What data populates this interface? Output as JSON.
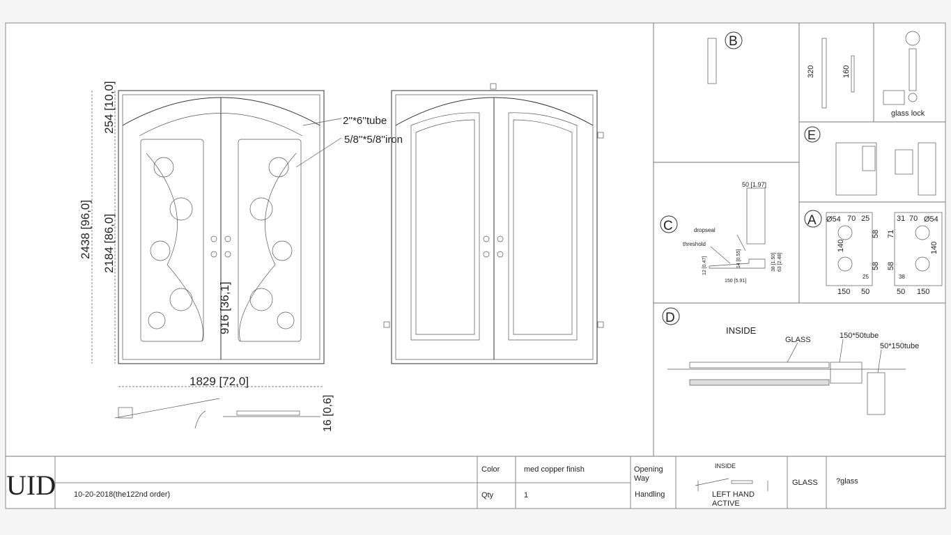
{
  "front_view": {
    "dim_top": "254 [10,0]",
    "dim_total_height": "2438 [96,0]",
    "dim_door_height": "2184 [86,0]",
    "dim_handle_height": "916 [36,1]",
    "dim_width": "1829 [72,0]",
    "label_tube": "2''*6''tube",
    "label_iron": "5/8''*5/8''iron",
    "dim_plan": "16 [0,6]"
  },
  "detail_b": {
    "marker": "B"
  },
  "detail_hinge": {
    "dim_320": "320",
    "dim_160": "160",
    "glass_lock_label": "glass lock"
  },
  "detail_e": {
    "marker": "E"
  },
  "detail_c": {
    "marker": "C",
    "dim_top": "50 [1.97]",
    "dropseal": "dropseal",
    "threshold": "threshold",
    "dim_12": "12 [0.47]",
    "dim_14": "14 [0.55]",
    "dim_38": "38 [1.50]",
    "dim_63": "63 [2.48]",
    "dim_150": "150 [5.91]"
  },
  "detail_a": {
    "marker": "A",
    "left": {
      "dia": "Ø54",
      "d70": "70",
      "d25a": "25",
      "d140": "140",
      "d58a": "58",
      "d58b": "58",
      "d25b": "25",
      "d150": "150",
      "d50": "50"
    },
    "right": {
      "dia": "Ø54",
      "d31": "31",
      "d70": "70",
      "d71": "71",
      "d140": "140",
      "d58": "58",
      "d38": "38",
      "d50": "50",
      "d150": "150"
    }
  },
  "detail_d": {
    "marker": "D",
    "inside": "INSIDE",
    "glass": "GLASS",
    "tube1": "150*50tube",
    "tube2": "50*150tube"
  },
  "title_block": {
    "logo": "UID",
    "order": "10-20-2018(the122nd order)",
    "color_label": "Color",
    "color_value": "med copper finish",
    "qty_label": "Qty",
    "qty_value": "1",
    "opening_way": "Opening Way",
    "handling": "Handling",
    "inside": "INSIDE",
    "handing_value_1": "LEFT HAND",
    "handing_value_2": "ACTIVE",
    "glass_label": "GLASS",
    "glass_value": "?glass"
  }
}
